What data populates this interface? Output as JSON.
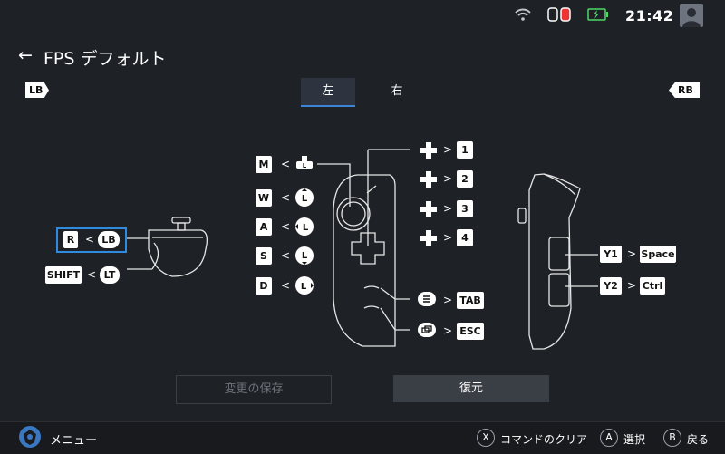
{
  "status": {
    "time": "21:42"
  },
  "header": {
    "back_icon": "←",
    "title": "FPS デフォルト"
  },
  "bumpers": {
    "left": "LB",
    "right": "RB"
  },
  "tabs": [
    {
      "label": "左",
      "active": true
    },
    {
      "label": "右",
      "active": false
    }
  ],
  "shoulder": {
    "r_key": "R",
    "r_target": "LB",
    "shift_key": "SHIFT",
    "shift_target": "LT"
  },
  "stick_map": [
    {
      "key": "M"
    },
    {
      "key": "W"
    },
    {
      "key": "A"
    },
    {
      "key": "S"
    },
    {
      "key": "D"
    }
  ],
  "dpad_map": [
    {
      "value": "1"
    },
    {
      "value": "2"
    },
    {
      "value": "3"
    },
    {
      "value": "4"
    }
  ],
  "menu_map": {
    "tab": "TAB",
    "esc": "ESC"
  },
  "back_map": [
    {
      "btn": "Y1",
      "value": "Space"
    },
    {
      "btn": "Y2",
      "value": "Ctrl"
    }
  ],
  "buttons": {
    "save": "変更の保存",
    "restore": "復元"
  },
  "bottom": {
    "menu": "メニュー",
    "x_key": "X",
    "x_label": "コマンドのクリア",
    "a_key": "A",
    "a_label": "選択",
    "b_key": "B",
    "b_label": "戻る"
  },
  "colors": {
    "accent": "#2f8be0",
    "battery": "#4cd964",
    "background": "#1e2126"
  },
  "icons": [
    "wifi-icon",
    "controller-icon",
    "battery-charging-icon",
    "avatar-icon",
    "back-arrow-icon",
    "menu-logo-icon"
  ]
}
